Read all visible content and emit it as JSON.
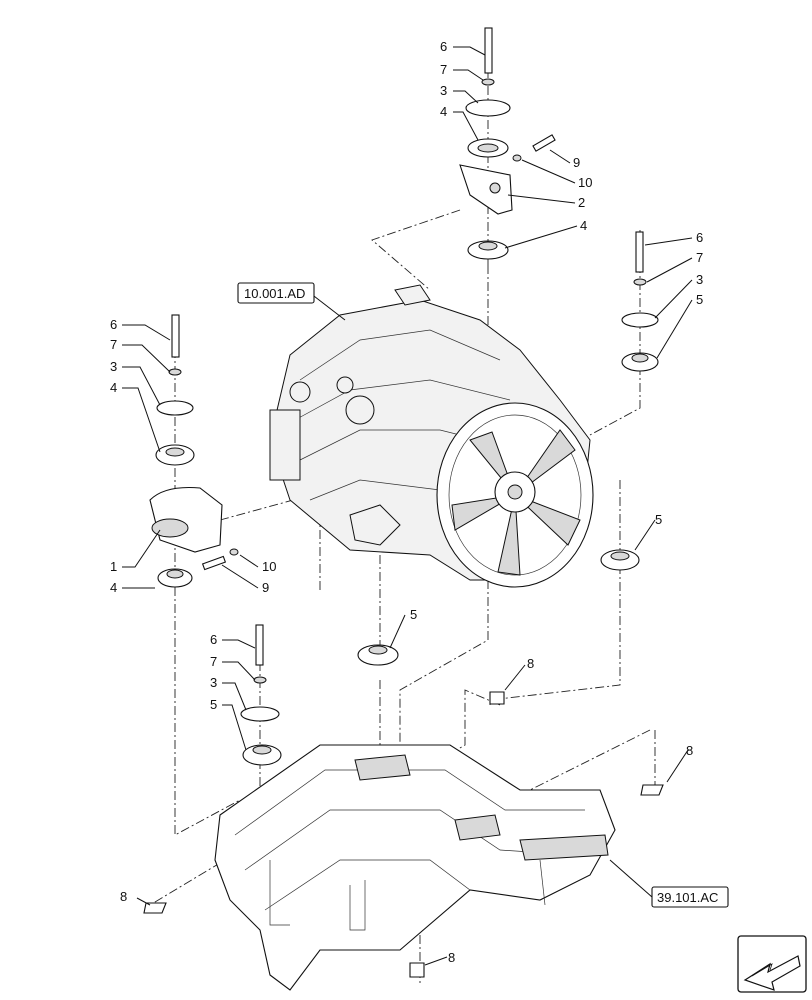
{
  "references": {
    "engine": "10.001.AD",
    "frame": "39.101.AC"
  },
  "callouts": [
    {
      "id": "c1",
      "text": "6"
    },
    {
      "id": "c2",
      "text": "7"
    },
    {
      "id": "c3",
      "text": "3"
    },
    {
      "id": "c4",
      "text": "4"
    },
    {
      "id": "c5",
      "text": "9"
    },
    {
      "id": "c6",
      "text": "10"
    },
    {
      "id": "c7",
      "text": "2"
    },
    {
      "id": "c8",
      "text": "4"
    },
    {
      "id": "c9",
      "text": "6"
    },
    {
      "id": "c10",
      "text": "7"
    },
    {
      "id": "c11",
      "text": "3"
    },
    {
      "id": "c12",
      "text": "5"
    },
    {
      "id": "c13",
      "text": "6"
    },
    {
      "id": "c14",
      "text": "7"
    },
    {
      "id": "c15",
      "text": "3"
    },
    {
      "id": "c16",
      "text": "4"
    },
    {
      "id": "c17",
      "text": "1"
    },
    {
      "id": "c18",
      "text": "10"
    },
    {
      "id": "c19",
      "text": "9"
    },
    {
      "id": "c20",
      "text": "4"
    },
    {
      "id": "c21",
      "text": "5"
    },
    {
      "id": "c22",
      "text": "5"
    },
    {
      "id": "c23",
      "text": "6"
    },
    {
      "id": "c24",
      "text": "7"
    },
    {
      "id": "c25",
      "text": "3"
    },
    {
      "id": "c26",
      "text": "5"
    },
    {
      "id": "c27",
      "text": "8"
    },
    {
      "id": "c28",
      "text": "8"
    },
    {
      "id": "c29",
      "text": "8"
    },
    {
      "id": "c30",
      "text": "8"
    }
  ],
  "icons": {
    "orientation": "arrow-orientation-icon"
  }
}
